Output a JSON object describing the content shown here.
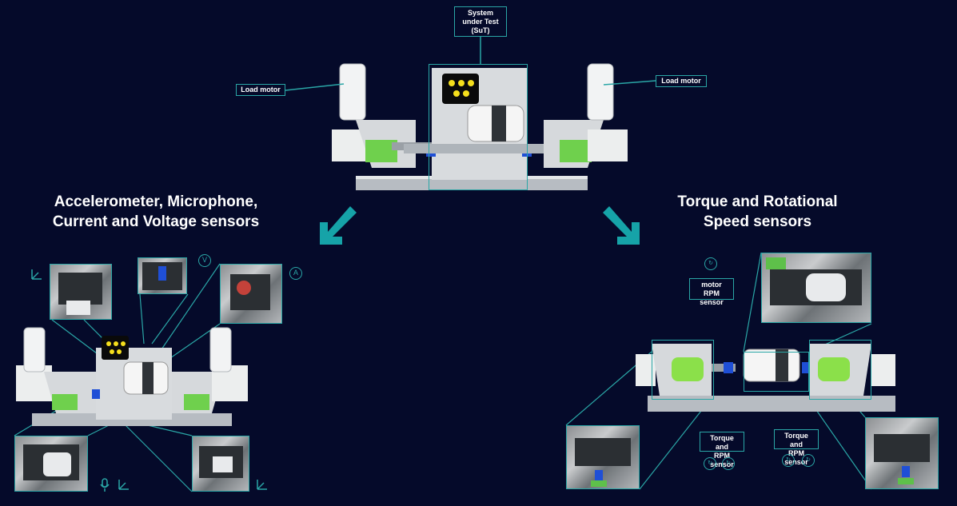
{
  "top": {
    "sut_label": "System\nunder Test\n(SuT)",
    "load_motor_left": "Load motor",
    "load_motor_right": "Load motor"
  },
  "left_section": {
    "heading_line1": "Accelerometer, Microphone,",
    "heading_line2": "Current and Voltage sensors",
    "voltage_symbol": "V",
    "current_symbol": "A"
  },
  "right_section": {
    "heading_line1": "Torque and Rotational",
    "heading_line2": "Speed sensors",
    "motor_rpm_label": "motor RPM\nsensor",
    "torque_label_left": "Torque and\nRPM sensor",
    "torque_label_right": "Torque and\nRPM sensor"
  },
  "colors": {
    "background": "#050a2a",
    "accent": "#2aa6a6",
    "text": "#ffffff"
  }
}
